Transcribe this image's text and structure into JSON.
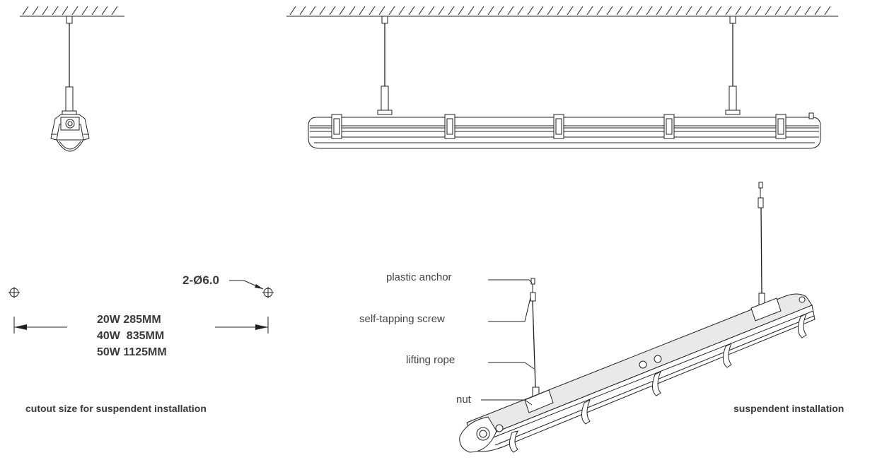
{
  "dimensions": {
    "hole_label": "2-Ø6.0",
    "sizes": [
      "20W 285MM",
      "40W  835MM",
      "50W 1125MM"
    ]
  },
  "captions": {
    "cutout": "cutout size for suspendent installation",
    "suspendent": "suspendent installation"
  },
  "callouts": {
    "plastic_anchor": "plastic anchor",
    "self_tapping_screw": "self-tapping screw",
    "lifting_rope": "lifting rope",
    "nut": "nut"
  },
  "colors": {
    "line": "#222222",
    "text": "#3a3a3a"
  }
}
